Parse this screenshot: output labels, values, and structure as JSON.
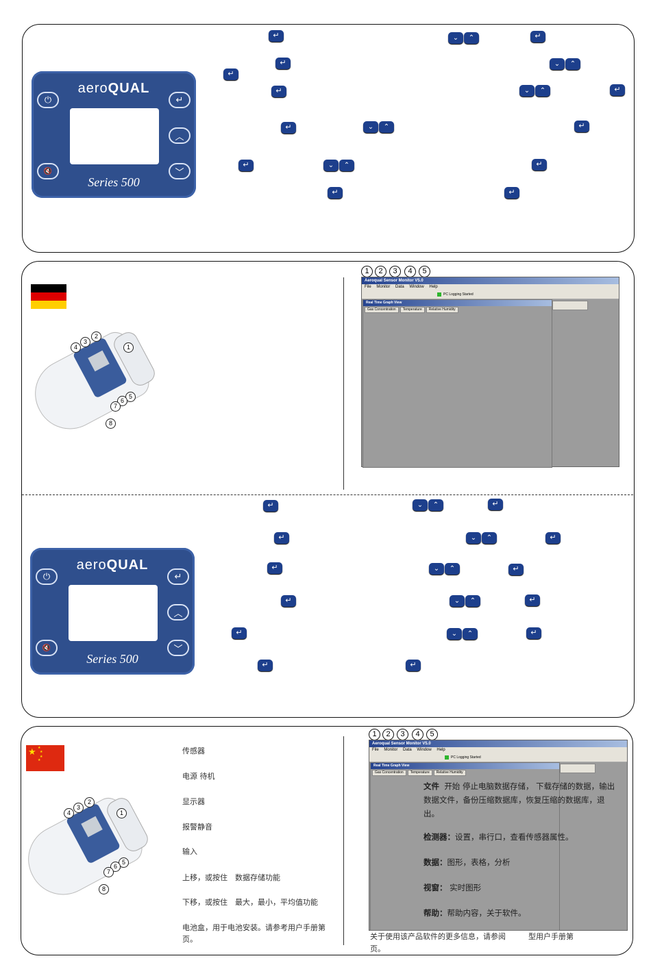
{
  "device_face": {
    "brand_light": "aero",
    "brand_bold": "QUAL",
    "model": "Series 500",
    "buttons": {
      "power": "⏻",
      "enter": "↵",
      "up": "︿",
      "mute": "🔇",
      "down": "﹀"
    }
  },
  "keys": {
    "enter": "↵",
    "down": "⌄",
    "up": "⌃"
  },
  "software_window": {
    "title": "Aeroqual Sensor Monitor V5.0",
    "menu": "File Monitor Data Window Help",
    "status": "PC Logging Started",
    "inner_title": "Real Time Graph View",
    "tabs": [
      "Gas Concentration",
      "Temperature",
      "Relative Humidity"
    ],
    "markers": [
      "1",
      "2",
      "3",
      "4",
      "5"
    ]
  },
  "device_callouts": [
    "1",
    "2",
    "3",
    "4",
    "5",
    "6",
    "7",
    "8"
  ],
  "chinese": {
    "parts": [
      "传感器",
      "电源 待机",
      "显示器",
      "报警静音",
      "输入",
      "上移，或按住　数据存储功能",
      "下移，或按住　最大，最小，平均值功能",
      "电池盒，用于电池安装。请参考用户手册第　　页。"
    ],
    "menu_help": [
      {
        "label": "文件",
        "text": "开始 停止电脑数据存储， 下载存储的数据，输出数据文件，备份压缩数据库，恢复压缩的数据库，退出。"
      },
      {
        "label": "检测器：",
        "text": "设置，串行口，查看传感器属性。"
      },
      {
        "label": "数据：",
        "text": "图形，表格，分析"
      },
      {
        "label": "视窗：",
        "text": "实时图形"
      },
      {
        "label": "帮助：",
        "text": "帮助内容，关于软件。"
      }
    ],
    "footer": "关于使用该产品软件的更多信息，请参阅　　　型用户手册第　　页。"
  }
}
